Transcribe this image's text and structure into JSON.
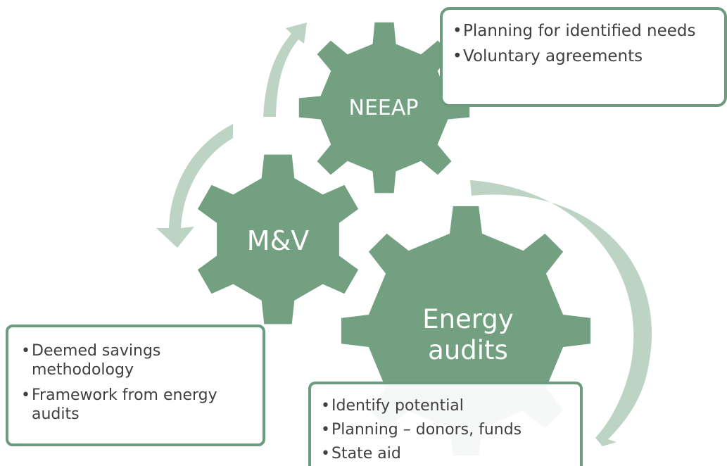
{
  "colors": {
    "gear": "#72a081",
    "arrow": "#bdd4c4",
    "callout_border": "#6c9b7d",
    "text_dark": "#3f3f3f"
  },
  "gears": {
    "neeap": {
      "label": "NEEAP"
    },
    "mv": {
      "label": "M&V"
    },
    "energy_audits": {
      "label_line1": "Energy",
      "label_line2": "audits"
    }
  },
  "callouts": {
    "neeap": {
      "items": [
        "Planning for identified needs",
        "Voluntary agreements"
      ]
    },
    "mv": {
      "items": [
        "Deemed savings methodology",
        "Framework from energy audits"
      ]
    },
    "energy_audits": {
      "items": [
        "Identify potential",
        "Planning – donors, funds",
        "State aid"
      ]
    }
  }
}
